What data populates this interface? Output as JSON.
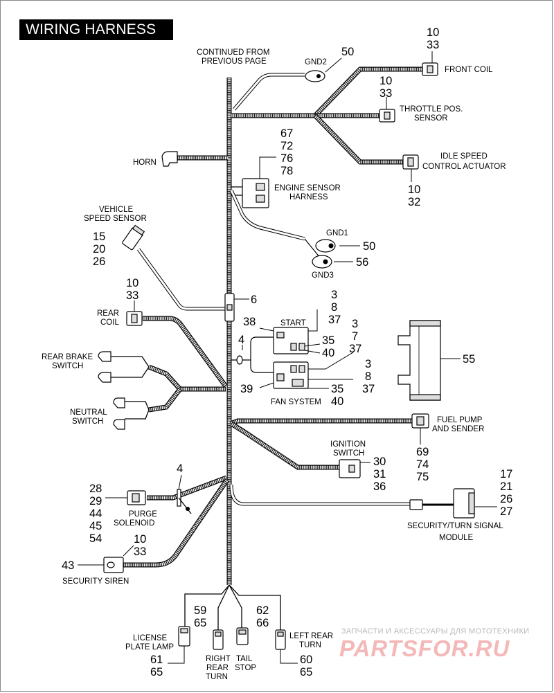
{
  "title": "WIRING HARNESS",
  "labels": {
    "continued": [
      "CONTINUED FROM",
      "PREVIOUS PAGE"
    ],
    "gnd2": "GND2",
    "gnd1": "GND1",
    "gnd3": "GND3",
    "front_coil": "FRONT  COIL",
    "throttle": [
      "THROTTLE POS.",
      "SENSOR"
    ],
    "idle": [
      "IDLE SPEED",
      "CONTROL ACTUATOR"
    ],
    "horn": "HORN",
    "engine_sensor": [
      "ENGINE SENSOR",
      "HARNESS"
    ],
    "vss": [
      "VEHICLE",
      "SPEED SENSOR"
    ],
    "rear_coil": [
      "REAR",
      "COIL"
    ],
    "start": "START",
    "rear_brake": [
      "REAR BRAKE",
      "SWITCH"
    ],
    "fan_system": "FAN SYSTEM",
    "neutral": [
      "NEUTRAL",
      "SWITCH"
    ],
    "fuel_pump": [
      "FUEL PUMP",
      "AND SENDER"
    ],
    "ignition": [
      "IGNITION",
      "SWITCH"
    ],
    "purge": [
      "PURGE",
      "SOLENOID"
    ],
    "security_module": [
      "SECURITY/TURN SIGNAL",
      "MODULE"
    ],
    "siren": "SECURITY SIREN",
    "license": [
      "LICENSE",
      "PLATE LAMP"
    ],
    "right_rear": [
      "RIGHT",
      "REAR",
      "TURN"
    ],
    "tail": [
      "TAIL",
      "STOP"
    ],
    "left_rear": [
      "LEFT REAR",
      "TURN"
    ]
  },
  "refs": {
    "gnd2": [
      "50"
    ],
    "front_coil": [
      "10",
      "33"
    ],
    "throttle": [
      "10",
      "33"
    ],
    "idle": [
      "10",
      "32"
    ],
    "engine_sensor": [
      "67",
      "72",
      "76",
      "78"
    ],
    "gnd1": [
      "50"
    ],
    "gnd3": [
      "56"
    ],
    "vss": [
      "15",
      "20",
      "26"
    ],
    "splice": [
      "6"
    ],
    "rear_coil": [
      "10",
      "33"
    ],
    "start_relay": [
      "38"
    ],
    "start_refs": [
      "3",
      "8",
      "37"
    ],
    "relay_mid": [
      "3",
      "7",
      "37"
    ],
    "relay_35_40": [
      "35",
      "40"
    ],
    "clip": [
      "4"
    ],
    "fan_refs": [
      "3",
      "8",
      "37"
    ],
    "fan_39": [
      "39"
    ],
    "fan_bottom": [
      "35",
      "40"
    ],
    "module_55": [
      "55"
    ],
    "fuel_pump": [
      "69",
      "74",
      "75"
    ],
    "ignition": [
      "30",
      "31",
      "36"
    ],
    "clip2": [
      "4"
    ],
    "purge": [
      "28",
      "29",
      "44",
      "45",
      "54"
    ],
    "security_module": [
      "17",
      "21",
      "26",
      "27"
    ],
    "siren_left": [
      "43"
    ],
    "siren_top": [
      "10",
      "33"
    ],
    "right_rear": [
      "59",
      "65"
    ],
    "tail": [
      "62",
      "66"
    ],
    "license": [
      "61",
      "65"
    ],
    "left_rear": [
      "60",
      "65"
    ]
  },
  "watermark": {
    "top": "ЗАПЧАСТИ И АКСЕССУАРЫ ДЛЯ МОТОТЕХНИКИ",
    "logo": "PARTSFOR.RU"
  }
}
